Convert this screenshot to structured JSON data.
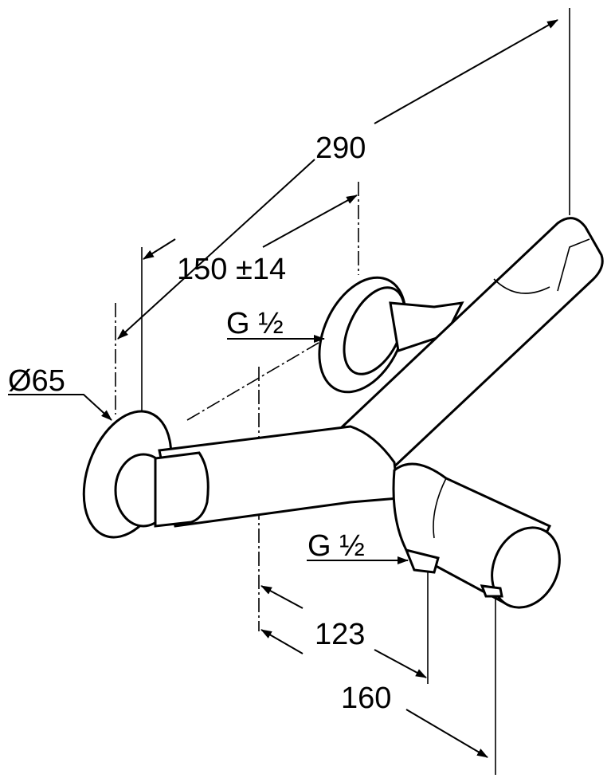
{
  "drawing": {
    "dimensions": {
      "overall_length": "290",
      "inlet_spacing": "150 ±14",
      "rosette_diameter": "Ø65",
      "outlet_offset_1": "123",
      "outlet_offset_2": "160"
    },
    "threads": {
      "top_inlet": "G ½",
      "bottom_outlet": "G ½"
    },
    "colors": {
      "line": "#000000",
      "background": "#ffffff"
    }
  }
}
